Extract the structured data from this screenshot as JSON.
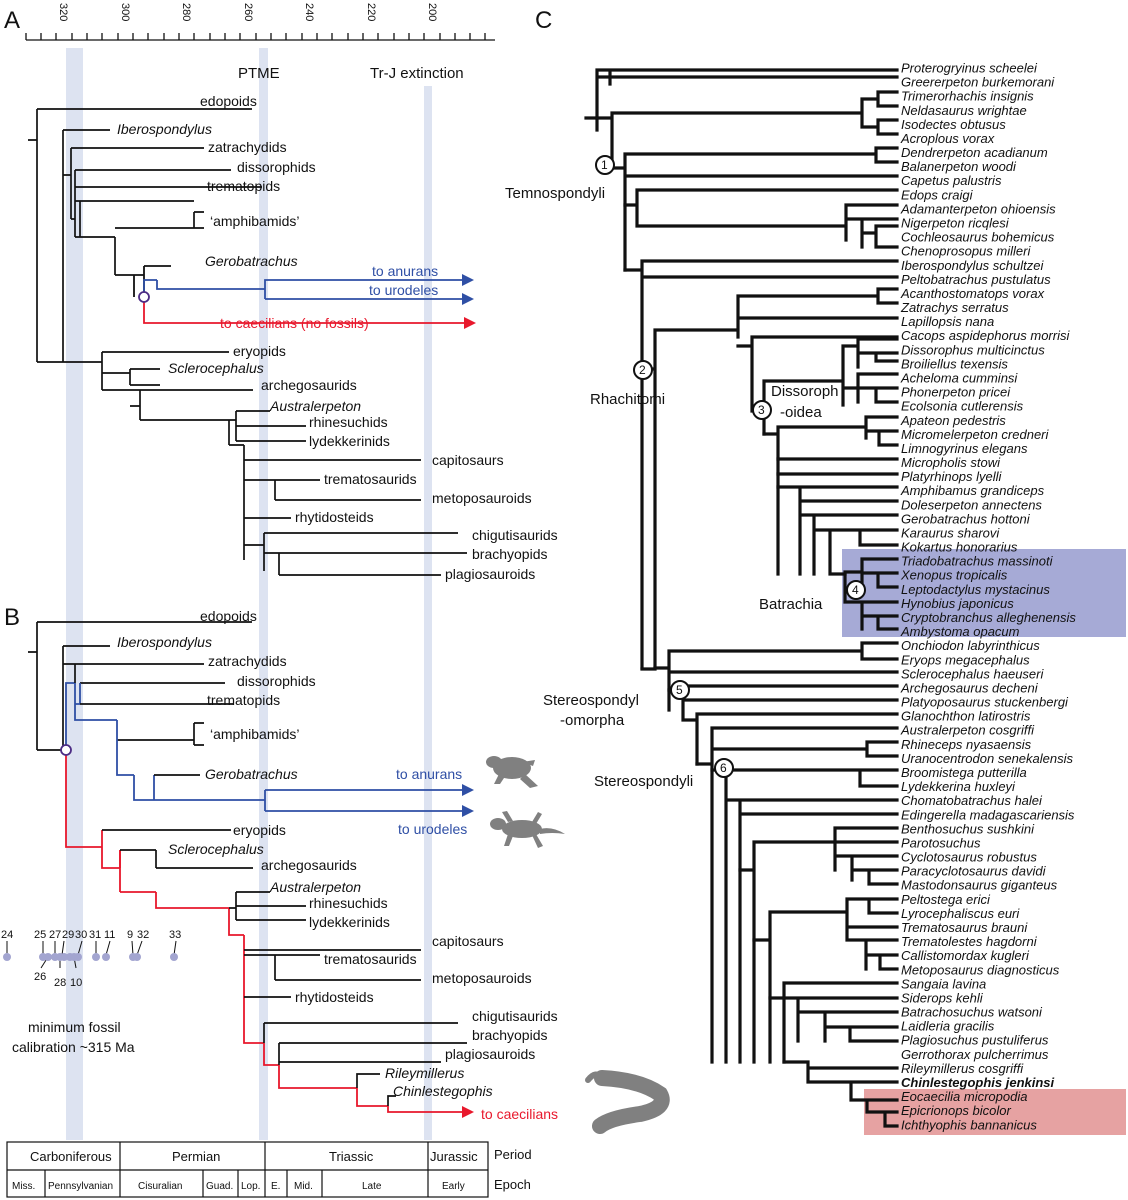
{
  "colors": {
    "blue": "#2f4fa5",
    "red": "#e8182c",
    "band": "#dde3f1",
    "batrachia_box": "#a6aad6",
    "caecilian_box": "#e6a2a2",
    "fossil_dot": "#a3a5d0",
    "silhouette": "#808080"
  },
  "panel_labels": {
    "a": "A",
    "b": "B",
    "c": "C"
  },
  "timescale": {
    "ticks": [
      "320",
      "300",
      "280",
      "260",
      "240",
      "220",
      "200"
    ],
    "events": {
      "ptme": "PTME",
      "trj": "Tr-J extinction"
    }
  },
  "panel_a": {
    "taxa": {
      "edopoids": "edopoids",
      "iberospondylus": "Iberospondylus",
      "zatrachydids": "zatrachydids",
      "dissorophids": "dissorophids",
      "trematopids": "trematopids",
      "amphibamids": "‘amphibamids’",
      "gerobatrachus": "Gerobatrachus",
      "eryopids": "eryopids",
      "sclerocephalus": "Sclerocephalus",
      "archegosaurids": "archegosaurids",
      "australerpeton": "Australerpeton",
      "rhinesuchids": "rhinesuchids",
      "lydekkerinids": "lydekkerinids",
      "capitosaurs": "capitosaurs",
      "trematosaurids": "trematosaurids",
      "metoposauroids": "metoposauroids",
      "rhytidosteids": "rhytidosteids",
      "chigutisaurids": "chigutisaurids",
      "brachyopids": "brachyopids",
      "plagiosauroids": "plagiosauroids"
    },
    "arrows": {
      "anurans": "to anurans",
      "urodeles": "to urodeles",
      "caecilians": "to caecilians (no fossils)"
    }
  },
  "panel_b": {
    "taxa": {
      "edopoids": "edopoids",
      "iberospondylus": "Iberospondylus",
      "zatrachydids": "zatrachydids",
      "dissorophids": "dissorophids",
      "trematopids": "trematopids",
      "amphibamids": "‘amphibamids’",
      "gerobatrachus": "Gerobatrachus",
      "eryopids": "eryopids",
      "sclerocephalus": "Sclerocephalus",
      "archegosaurids": "archegosaurids",
      "australerpeton": "Australerpeton",
      "rhinesuchids": "rhinesuchids",
      "lydekkerinids": "lydekkerinids",
      "capitosaurs": "capitosaurs",
      "trematosaurids": "trematosaurids",
      "metoposauroids": "metoposauroids",
      "rhytidosteids": "rhytidosteids",
      "chigutisaurids": "chigutisaurids",
      "brachyopids": "brachyopids",
      "plagiosauroids": "plagiosauroids",
      "rileymillerus": "Rileymillerus",
      "chinlestegophis": "Chinlestegophis"
    },
    "arrows": {
      "anurans": "to anurans",
      "urodeles": "to urodeles",
      "caecilians": "to caecilians"
    },
    "fossil_labels": {
      "upper": [
        "24",
        "25",
        "27",
        "29",
        "30",
        "31",
        "11",
        "9",
        "32",
        "33"
      ],
      "lower": [
        "26",
        "28",
        "10"
      ]
    },
    "calibration_line1": "minimum fossil",
    "calibration_line2": "calibration ~315 Ma"
  },
  "timescale_table": {
    "periods": [
      "Carboniferous",
      "Permian",
      "Triassic",
      "Jurassic"
    ],
    "period_header": "Period",
    "epochs": [
      "Miss.",
      "Pennsylvanian",
      "Cisuralian",
      "Guad.",
      "Lop.",
      "E.",
      "Mid.",
      "Late",
      "Early"
    ],
    "epoch_header": "Epoch"
  },
  "panel_c": {
    "clades": {
      "temnospondyli": "Temnospondyli",
      "rhachitomi": "Rhachitomi",
      "dissoroph_1": "Dissoroph",
      "dissoroph_2": "-oidea",
      "batrachia": "Batrachia",
      "stereo_1": "Stereospondyl",
      "stereo_2": "-omorpha",
      "stereospondyli": "Stereospondyli"
    },
    "node_numbers": [
      "1",
      "2",
      "3",
      "4",
      "5",
      "6"
    ],
    "taxa": [
      "Proterogryinus scheelei",
      "Greererpeton burkemorani",
      "Trimerorhachis insignis",
      "Neldasaurus wrightae",
      "Isodectes obtusus",
      "Acroplous vorax",
      "Dendrerpeton acadianum",
      "Balanerpeton woodi",
      "Capetus palustris",
      "Edops craigi",
      "Adamanterpeton ohioensis",
      "Nigerpeton ricqlesi",
      "Cochleosaurus bohemicus",
      "Chenoprosopus milleri",
      "Iberospondylus schultzei",
      "Peltobatrachus pustulatus",
      "Acanthostomatops vorax",
      "Zatrachys serratus",
      "Lapillopsis nana",
      "Cacops aspidephorus morrisi",
      "Dissorophus multicinctus",
      "Broiliellus texensis",
      "Acheloma cumminsi",
      "Phonerpeton pricei",
      "Ecolsonia cutlerensis",
      "Apateon pedestris",
      "Micromelerpeton credneri",
      "Limnogyrinus elegans",
      "Micropholis stowi",
      "Platyrhinops lyelli",
      "Amphibamus grandiceps",
      "Doleserpeton annectens",
      "Gerobatrachus hottoni",
      "Karaurus sharovi",
      "Kokartus honorarius",
      "Triadobatrachus massinoti",
      "Xenopus tropicalis",
      "Leptodactylus mystacinus",
      "Hynobius japonicus",
      "Cryptobranchus alleghenensis",
      "Ambystoma opacum",
      "Onchiodon labyrinthicus",
      "Eryops megacephalus",
      "Sclerocephalus haeuseri",
      "Archegosaurus decheni",
      "Platyoposaurus stuckenbergi",
      "Glanochthon latirostris",
      "Australerpeton cosgriffi",
      "Rhineceps nyasaensis",
      "Uranocentrodon senekalensis",
      "Broomistega putterilla",
      "Lydekkerina huxleyi",
      "Chomatobatrachus halei",
      "Edingerella madagascariensis",
      "Benthosuchus sushkini",
      "Parotosuchus",
      "Cyclotosaurus robustus",
      "Paracyclotosaurus davidi",
      "Mastodonsaurus giganteus",
      "Peltostega erici",
      "Lyrocephaliscus euri",
      "Trematosaurus brauni",
      "Trematolestes hagdorni",
      "Callistomordax kugleri",
      "Metoposaurus diagnosticus",
      "Sangaia lavina",
      "Siderops kehli",
      "Batrachosuchus watsoni",
      "Laidleria gracilis",
      "Plagiosuchus pustuliferus",
      "Gerrothorax pulcherrimus",
      "Rileymillerus cosgriffi",
      "Chinlestegophis jenkinsi",
      "Eocaecilia micropodia",
      "Epicrionops bicolor",
      "Ichthyophis bannanicus"
    ]
  }
}
